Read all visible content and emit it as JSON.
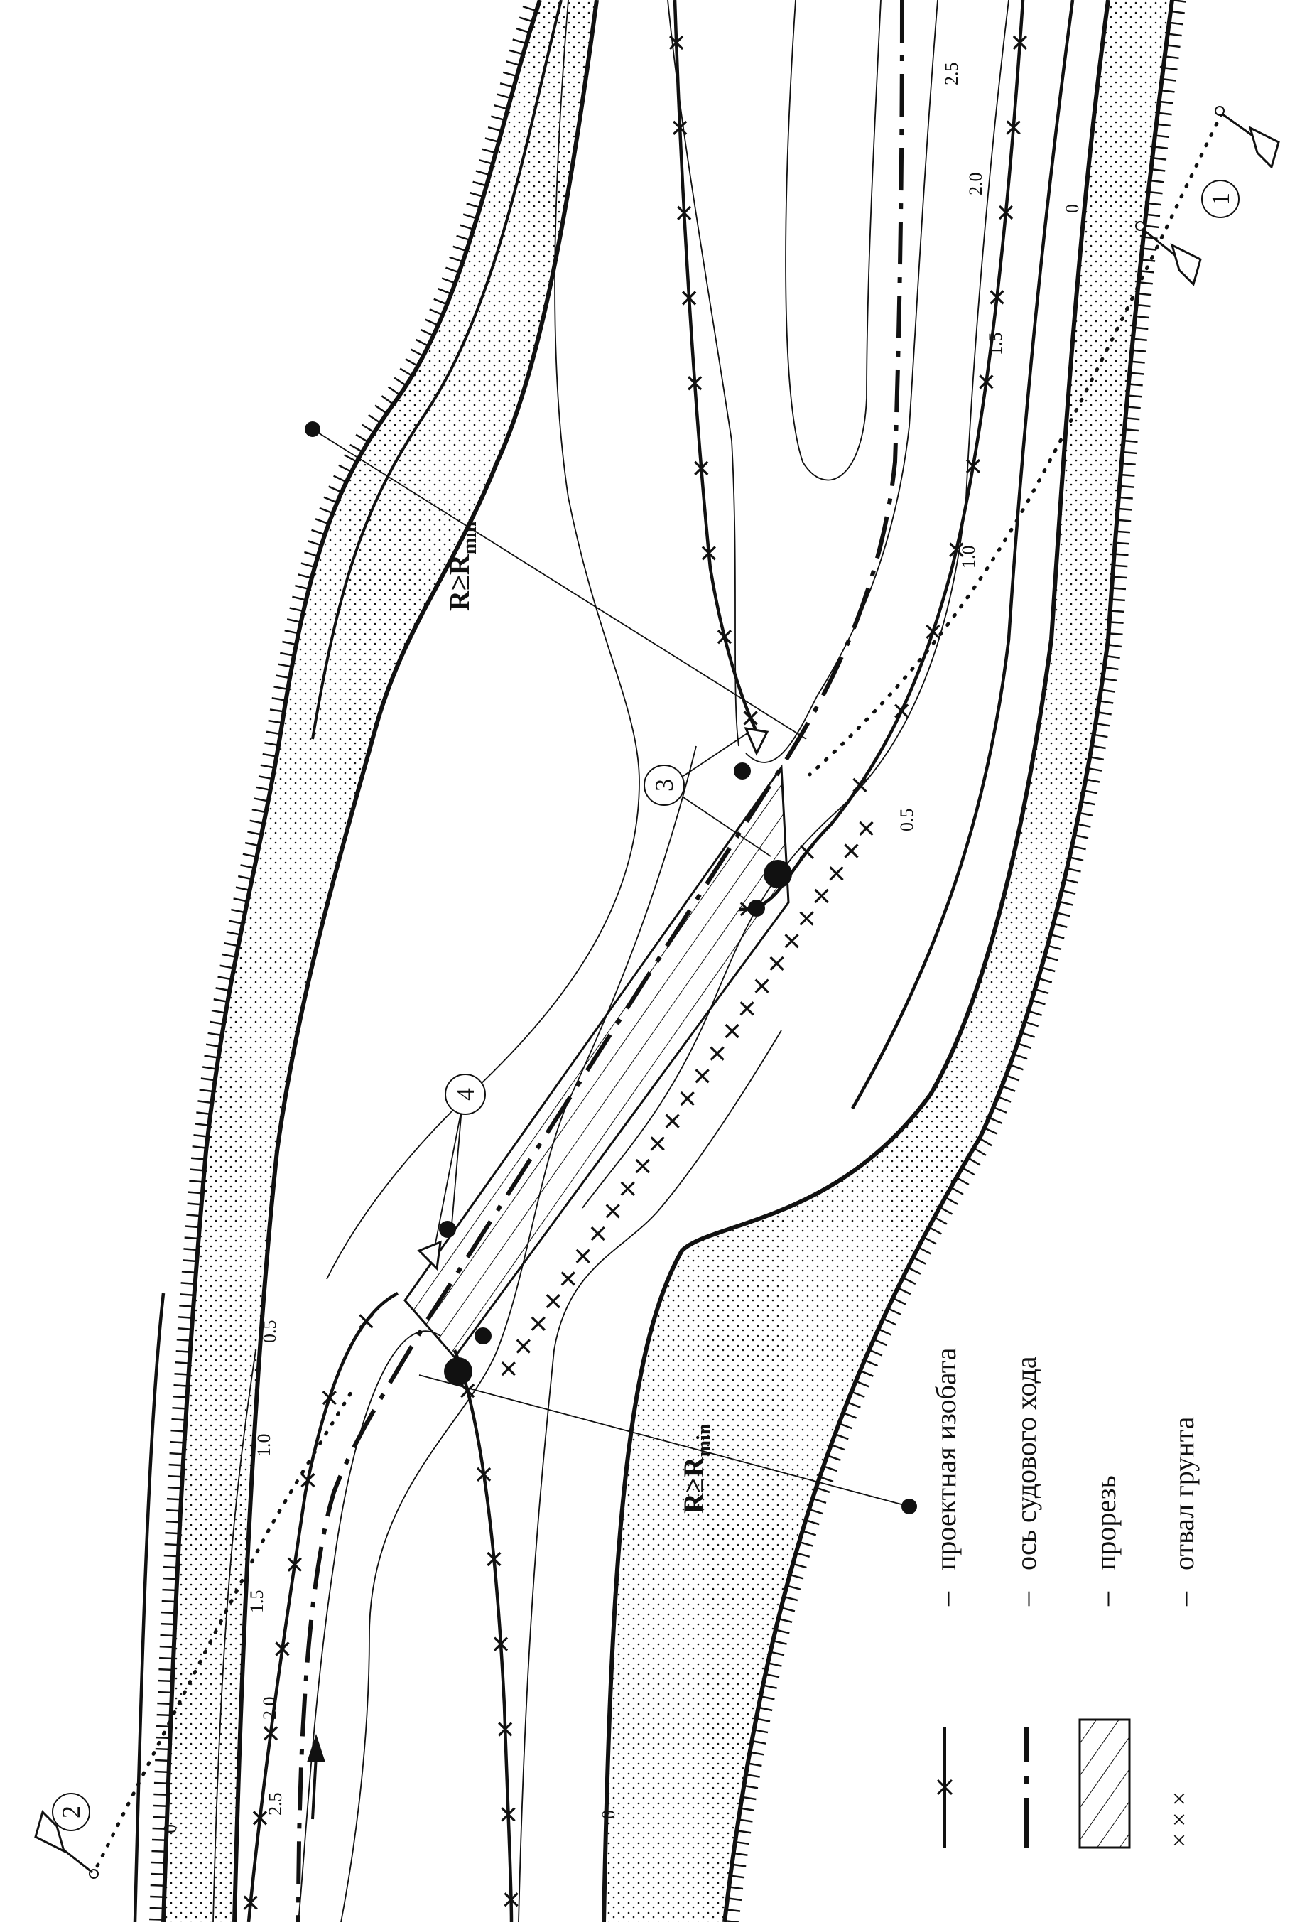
{
  "figure": {
    "isobath_labels": [
      "0",
      "0.5",
      "1.0",
      "1.5",
      "2.0",
      "2.5"
    ],
    "radius_labels": [
      {
        "main": "R≥R",
        "sub": "min"
      },
      {
        "main": "R≥R",
        "sub": "min"
      }
    ],
    "markers": [
      "1",
      "2",
      "3",
      "4"
    ]
  },
  "legend": {
    "items": [
      {
        "label": "проектная изобата"
      },
      {
        "label": "ось судового хода"
      },
      {
        "label": "прорезь"
      },
      {
        "label": "отвал грунта"
      }
    ],
    "dash": "–",
    "spoil_symbol": "× × ×"
  }
}
